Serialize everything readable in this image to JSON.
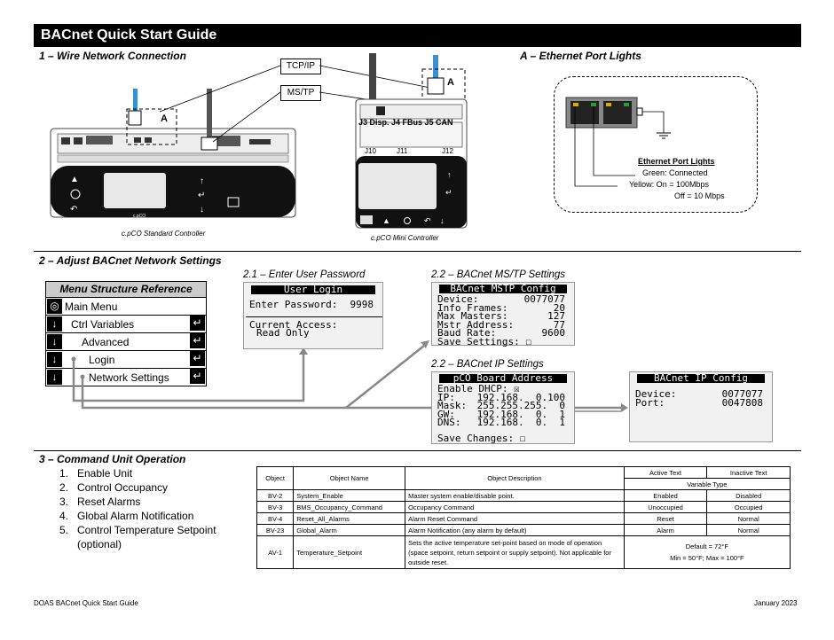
{
  "title": "BACnet Quick Start Guide",
  "s1": {
    "heading": "1 – Wire Network Connection",
    "tcpip": "TCP/IP",
    "mstp": "MS/TP",
    "label_a": "A",
    "cap_standard": "c.pCO Standard Controller",
    "cap_mini": "c.pCO Mini Controller",
    "mini_ports": "J3 Disp. J4 FBus J5 CAN",
    "mini_j": [
      "J10",
      "J11",
      "J12"
    ]
  },
  "lights": {
    "heading": "A – Ethernet Port Lights",
    "title": "Ethernet Port Lights",
    "green": "Green:  Connected",
    "yellow_on": "Yellow: On = 100Mbps",
    "yellow_off": "Off = 10 Mbps"
  },
  "s2": {
    "heading": "2 – Adjust BACnet Network Settings",
    "menu_title": "Menu Structure Reference",
    "menu_items": [
      "Main Menu",
      "Ctrl Variables",
      "Advanced",
      "Login",
      "Network Settings"
    ],
    "login": {
      "heading": "2.1 – Enter User Password",
      "header": "User Login",
      "password_label": "Enter Password:",
      "password": "9998",
      "access_label": "Current Access:",
      "access": "Read Only"
    },
    "mstp": {
      "heading": "2.2 – BACnet MS/TP Settings",
      "header": "BACnet MSTP Config",
      "rows": [
        {
          "k": "Device:",
          "v": "0077077"
        },
        {
          "k": "Info Frames:",
          "v": "20"
        },
        {
          "k": "Max Masters:",
          "v": "127"
        },
        {
          "k": "Mstr Address:",
          "v": "77"
        },
        {
          "k": "Baud Rate:",
          "v": "9600"
        },
        {
          "k": "Save Settings: ☐",
          "v": ""
        }
      ]
    },
    "ip": {
      "heading": "2.2 – BACnet IP Settings",
      "header": "pCO Board Address",
      "rows": [
        {
          "k": "Enable DHCP: ☒",
          "v": ""
        },
        {
          "k": "IP:",
          "v": "192.168.  0.100"
        },
        {
          "k": "Mask:",
          "v": "255.255.255.  0"
        },
        {
          "k": "GW:",
          "v": "192.168.  0.  1"
        },
        {
          "k": "DNS:",
          "v": "192.168.  0.  1"
        }
      ],
      "save": "Save Changes: ☐"
    },
    "ipcfg": {
      "header": "BACnet IP Config",
      "rows": [
        {
          "k": "Device:",
          "v": "0077077"
        },
        {
          "k": "Port:",
          "v": "0047808"
        }
      ]
    }
  },
  "s3": {
    "heading": "3 – Command Unit Operation",
    "list": [
      "Enable Unit",
      "Control Occupancy",
      "Reset Alarms",
      "Global Alarm Notification",
      "Control Temperature Setpoint (optional)"
    ],
    "table": {
      "headers": {
        "object": "Object",
        "name": "Object Name",
        "desc": "Object Description",
        "active": "Active Text",
        "inactive": "Inactive Text",
        "variable": "Variable Type"
      },
      "rows": [
        {
          "object": "BV-2",
          "name": "System_Enable",
          "desc": "Master system enable/disable point.",
          "active": "Enabled",
          "inactive": "Disabled"
        },
        {
          "object": "BV-3",
          "name": "BMS_Occupancy_Command",
          "desc": "Occupancy Command",
          "active": "Unoccupied",
          "inactive": "Occupied"
        },
        {
          "object": "BV-4",
          "name": "Reset_All_Alarms",
          "desc": "Alarm Reset Command",
          "active": "Reset",
          "inactive": "Normal"
        },
        {
          "object": "BV-23",
          "name": "Global_Alarm",
          "desc": "Alarm Notification (any alarm by default)",
          "active": "Alarm",
          "inactive": "Normal"
        }
      ],
      "av": {
        "object": "AV-1",
        "name": "Temperature_Setpoint",
        "desc": "Sets the active temperature set-point based on mode of operation (space setpoint, return setpoint or supply setpoint).   Not applicable for outside reset.",
        "default": "Default = 72°F",
        "range": "Min = 50°F; Max = 100°F"
      }
    }
  },
  "footer": {
    "left": "DOAS BACnet Quick Start Guide",
    "right": "January 2023"
  }
}
